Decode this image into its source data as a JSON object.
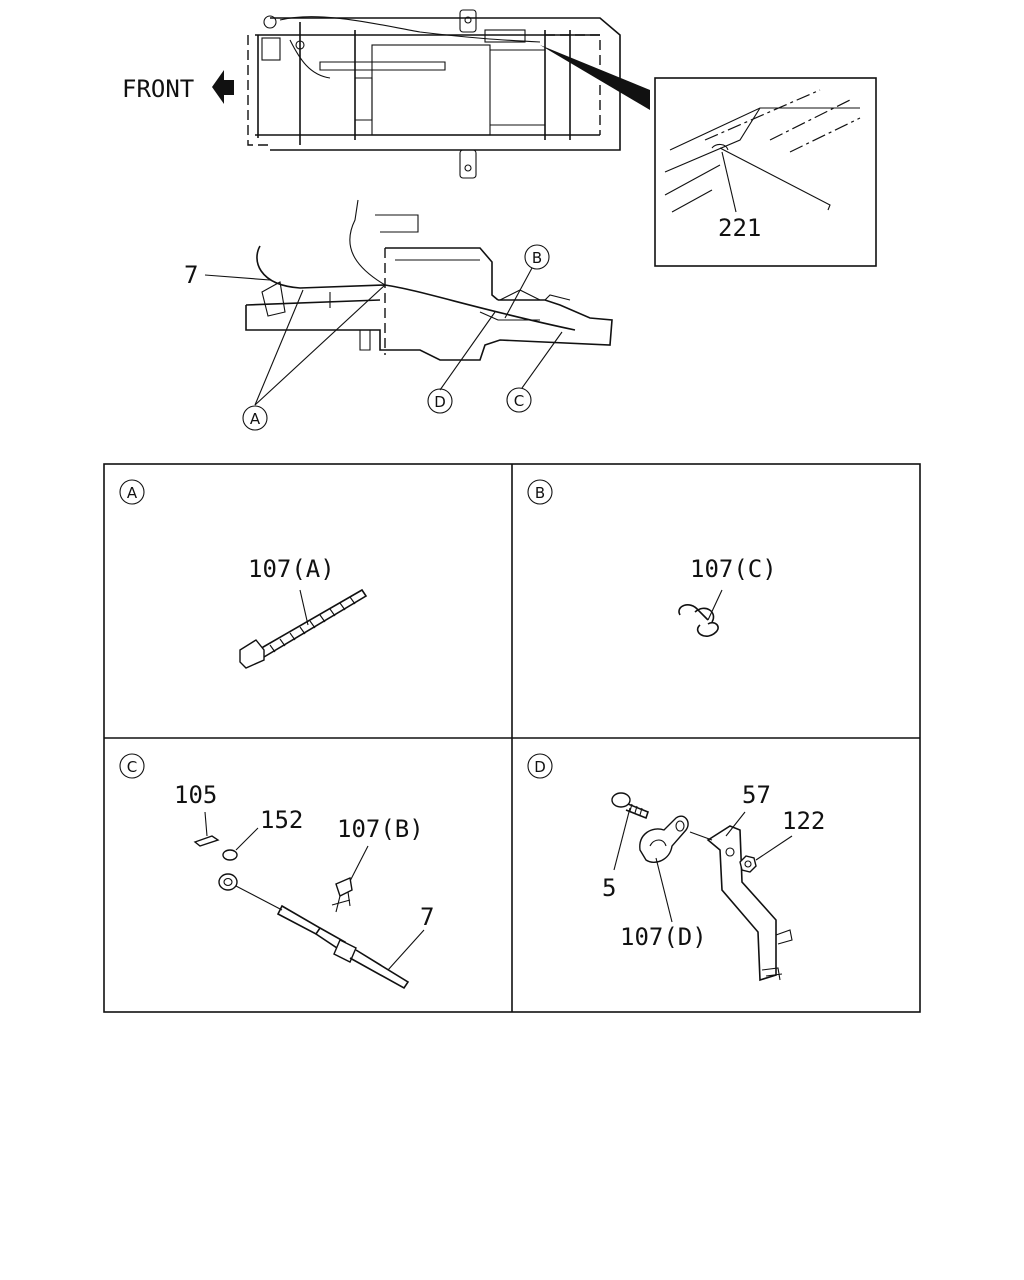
{
  "overview": {
    "front_label": "FRONT",
    "detail_callout": "221",
    "cable_callout": "7",
    "marker_a": "A",
    "marker_b": "B",
    "marker_c": "C",
    "marker_d": "D"
  },
  "panels": {
    "a": {
      "letter": "A",
      "part": "107(A)"
    },
    "b": {
      "letter": "B",
      "part": "107(C)"
    },
    "c": {
      "letter": "C",
      "p105": "105",
      "p152": "152",
      "p107": "107(B)",
      "p7": "7"
    },
    "d": {
      "letter": "D",
      "p57": "57",
      "p122": "122",
      "p5": "5",
      "p107": "107(D)"
    }
  },
  "colors": {
    "line": "#111111",
    "background": "#ffffff"
  },
  "icons": [
    "front-arrow-icon"
  ]
}
